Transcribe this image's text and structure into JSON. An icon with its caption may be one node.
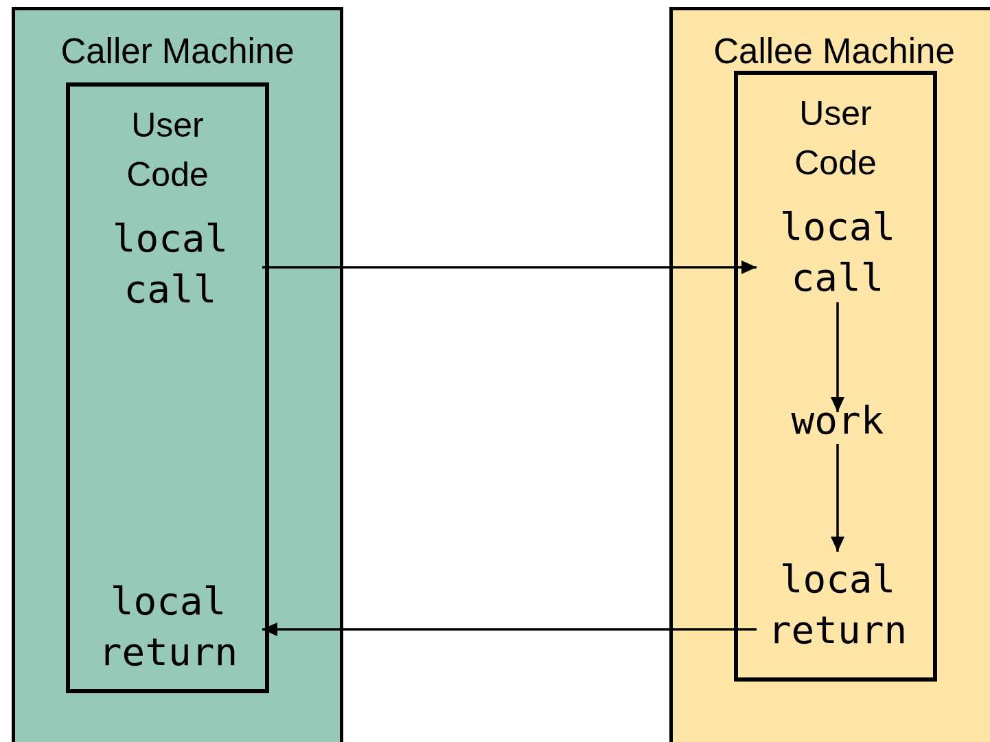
{
  "diagram": {
    "nodes": [
      {
        "text": [
          "Caller Machine"
        ]
      },
      {
        "text": [
          "User Code"
        ],
        "in": 0
      },
      {
        "text": [
          "local call"
        ],
        "in": 1
      },
      {
        "text": [
          "local return"
        ],
        "in": 1
      },
      {
        "text": [
          "Callee Machine"
        ]
      },
      {
        "text": [
          "User Code"
        ],
        "in": 4
      },
      {
        "text": [
          "local call"
        ],
        "in": 5
      },
      {
        "text": [
          "work"
        ],
        "in": 5
      },
      {
        "text": [
          "local return"
        ],
        "in": 5
      }
    ],
    "edges": [
      {
        "from": 2,
        "to": 6,
        "arrow": "to"
      },
      {
        "from": 6,
        "to": 7,
        "arrow": "to"
      },
      {
        "from": 7,
        "to": 8,
        "arrow": "to"
      },
      {
        "from": 8,
        "to": 3,
        "arrow": "to"
      }
    ]
  }
}
